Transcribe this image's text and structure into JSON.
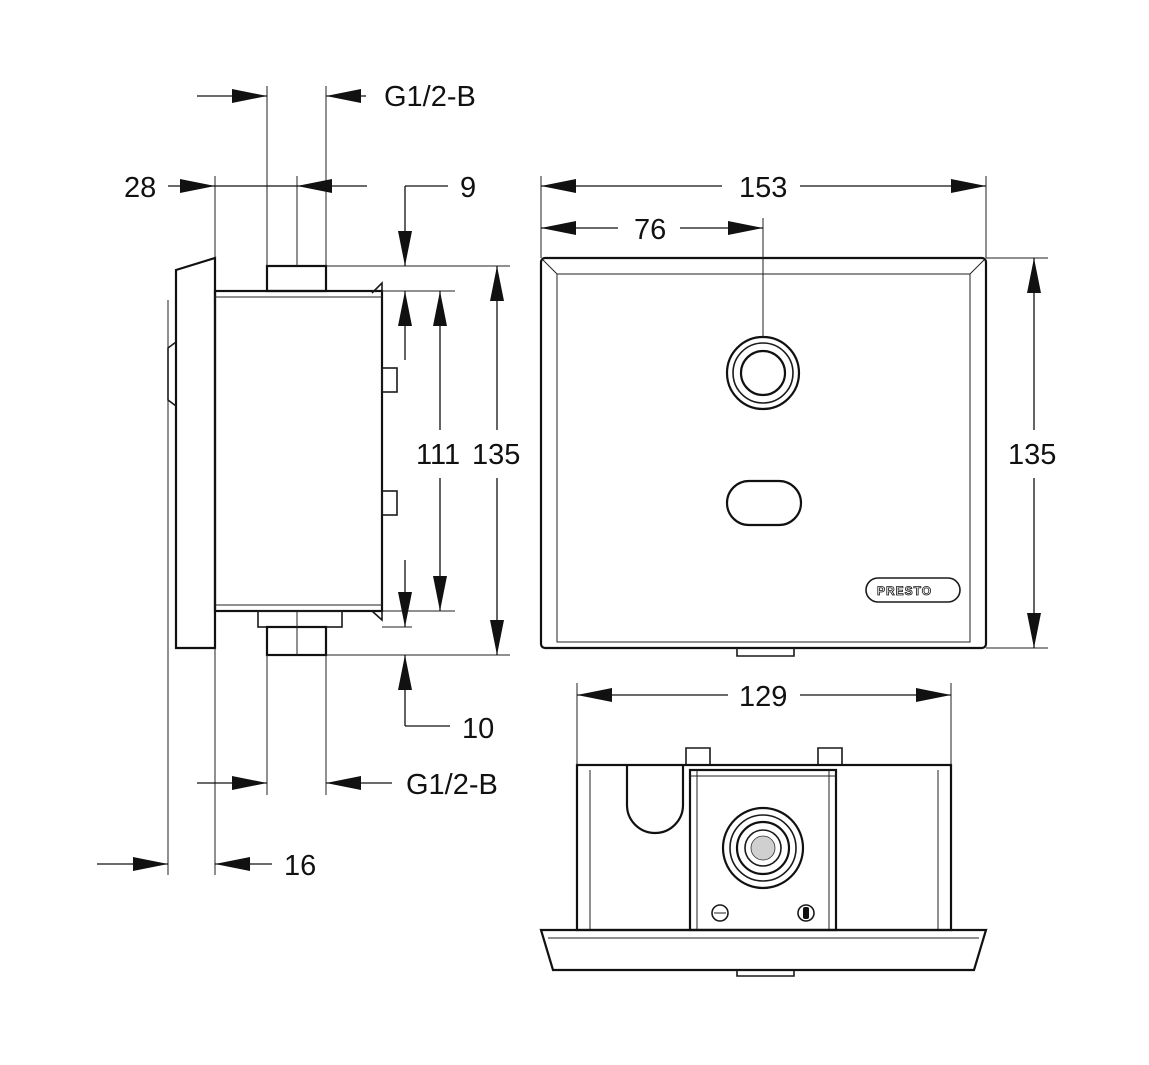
{
  "dimensions": {
    "thread_top": "G1/2-B",
    "depth_28": "28",
    "offset_9": "9",
    "width_153": "153",
    "center_76": "76",
    "body_height_111": "111",
    "side_height_135": "135",
    "front_height_135": "135",
    "width_129": "129",
    "offset_10": "10",
    "thread_bottom": "G1/2-B",
    "plate_16": "16"
  },
  "brand": {
    "logo_text": "PRESTO"
  },
  "colors": {
    "line": "#111111",
    "background": "#ffffff"
  }
}
